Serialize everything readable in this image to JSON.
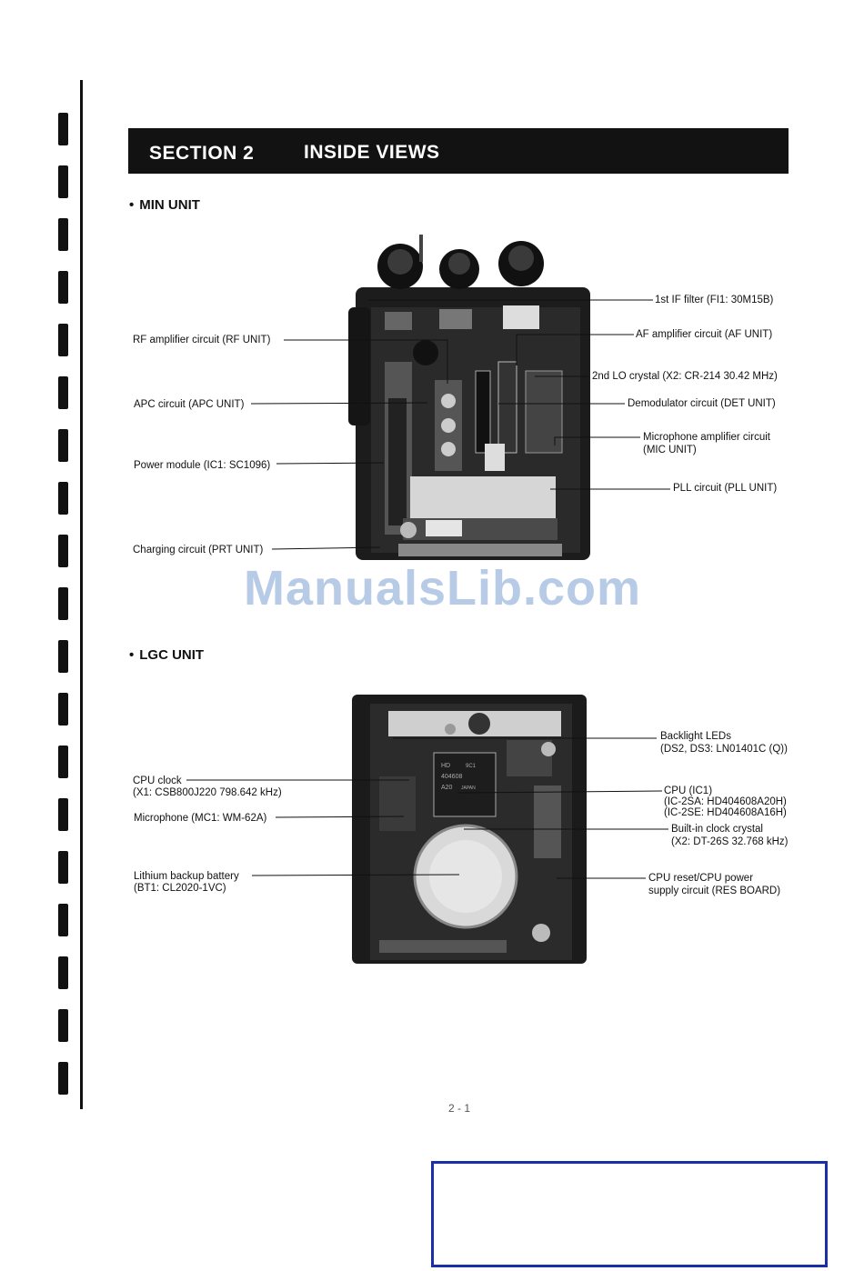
{
  "header": {
    "section": "SECTION 2",
    "title": "INSIDE VIEWS"
  },
  "min_unit": {
    "title": "MIN UNIT",
    "labels": {
      "if_filter": "1st IF filter (FI1: 30M15B)",
      "rf_amp": "RF amplifier circuit (RF UNIT)",
      "af_amp": "AF amplifier circuit (AF UNIT)",
      "lo_crystal": "2nd LO crystal (X2: CR-214 30.42 MHz)",
      "apc": "APC circuit (APC UNIT)",
      "demod": "Demodulator circuit (DET UNIT)",
      "mic_amp_1": "Microphone amplifier circuit",
      "mic_amp_2": "(MIC UNIT)",
      "power_module": "Power module (IC1: SC1096)",
      "pll": "PLL circuit (PLL UNIT)",
      "charging": "Charging circuit (PRT UNIT)"
    }
  },
  "watermark": "ManualsLib.com",
  "lgc_unit": {
    "title": "LGC UNIT",
    "labels": {
      "backlight_1": "Backlight LEDs",
      "backlight_2": "(DS2, DS3: LN01401C (Q))",
      "cpu_clock_1": "CPU clock",
      "cpu_clock_2": "(X1: CSB800J220 798.642 kHz)",
      "cpu_1": "CPU (IC1)",
      "cpu_2": "(IC-2SA: HD404608A20H)",
      "cpu_3": "(IC-2SE: HD404608A16H)",
      "mic": "Microphone (MC1: WM-62A)",
      "clock_crystal_1": "Built-in clock crystal",
      "clock_crystal_2": "(X2: DT-26S 32.768 kHz)",
      "battery_1": "Lithium backup battery",
      "battery_2": "(BT1: CL2020-1VC)",
      "cpu_reset_1": "CPU reset/CPU power",
      "cpu_reset_2": "supply circuit (RES BOARD)"
    },
    "chip_text": {
      "l1": "HD",
      "l2": "404608",
      "l3": "A20",
      "l4": "JAPAN",
      "l5": "9C1"
    }
  },
  "page_number": "2 - 1"
}
